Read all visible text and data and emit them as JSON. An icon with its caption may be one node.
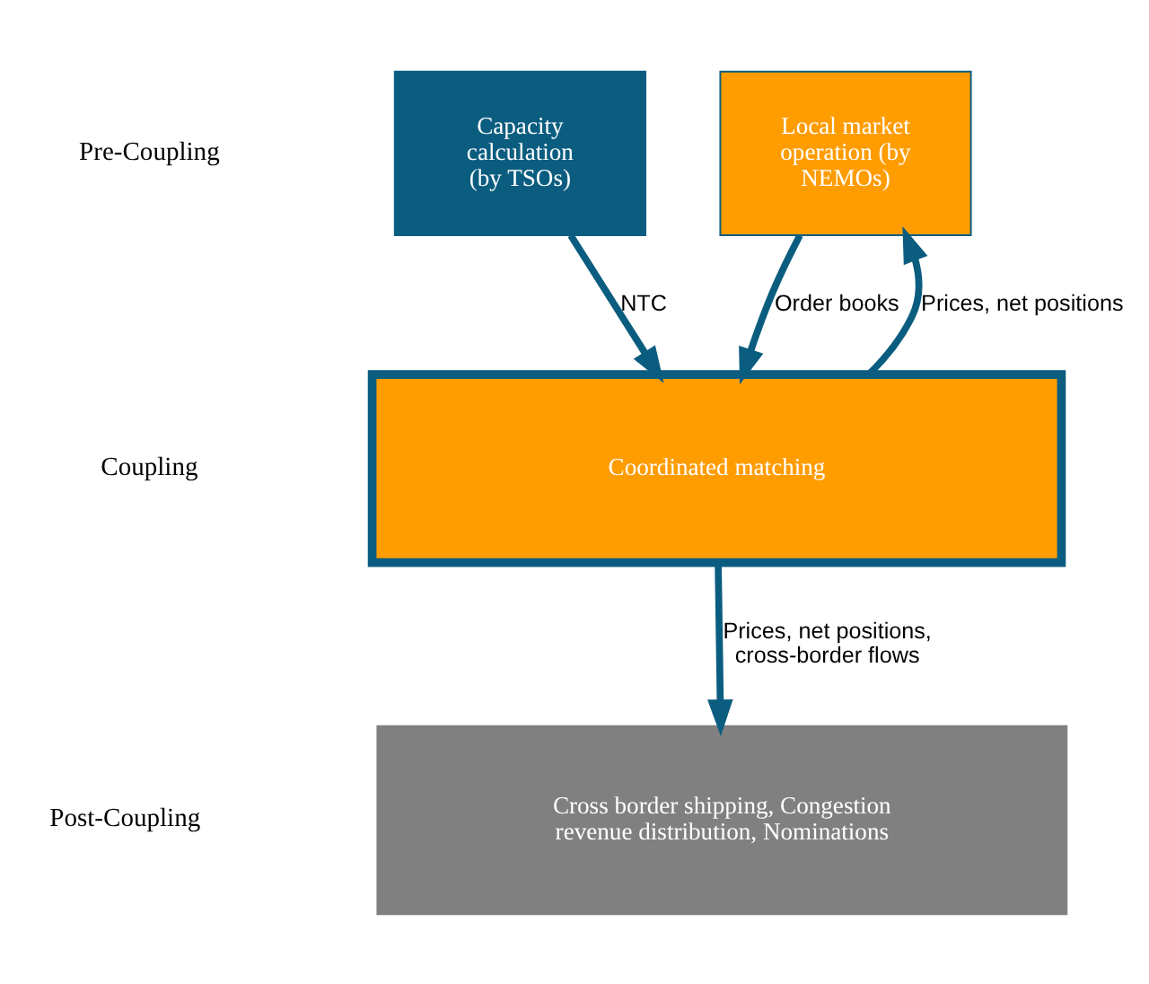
{
  "diagram": {
    "nodes": [
      {
        "text": [
          "Capacity calculation (by TSOs)"
        ]
      },
      {
        "text": [
          "Local market operation (by NEMOs)"
        ]
      },
      {
        "text": [
          "Coordinated matching"
        ]
      },
      {
        "text": [
          "Cross border shipping, Congestion revenue distribution, Nominations"
        ]
      }
    ],
    "edges": [
      {
        "from": 0,
        "to": 2,
        "arrow": "to",
        "label": "NTC"
      },
      {
        "from": 1,
        "to": 2,
        "arrow": "to",
        "label": "Order books"
      },
      {
        "from": 2,
        "to": 1,
        "arrow": "to",
        "label": "Prices, net positions"
      },
      {
        "from": 2,
        "to": 3,
        "arrow": "to",
        "label": "Prices, net positions, cross-border flows"
      }
    ],
    "labels": [
      "Pre-Coupling",
      "Coupling",
      "Post-Coupling"
    ]
  }
}
